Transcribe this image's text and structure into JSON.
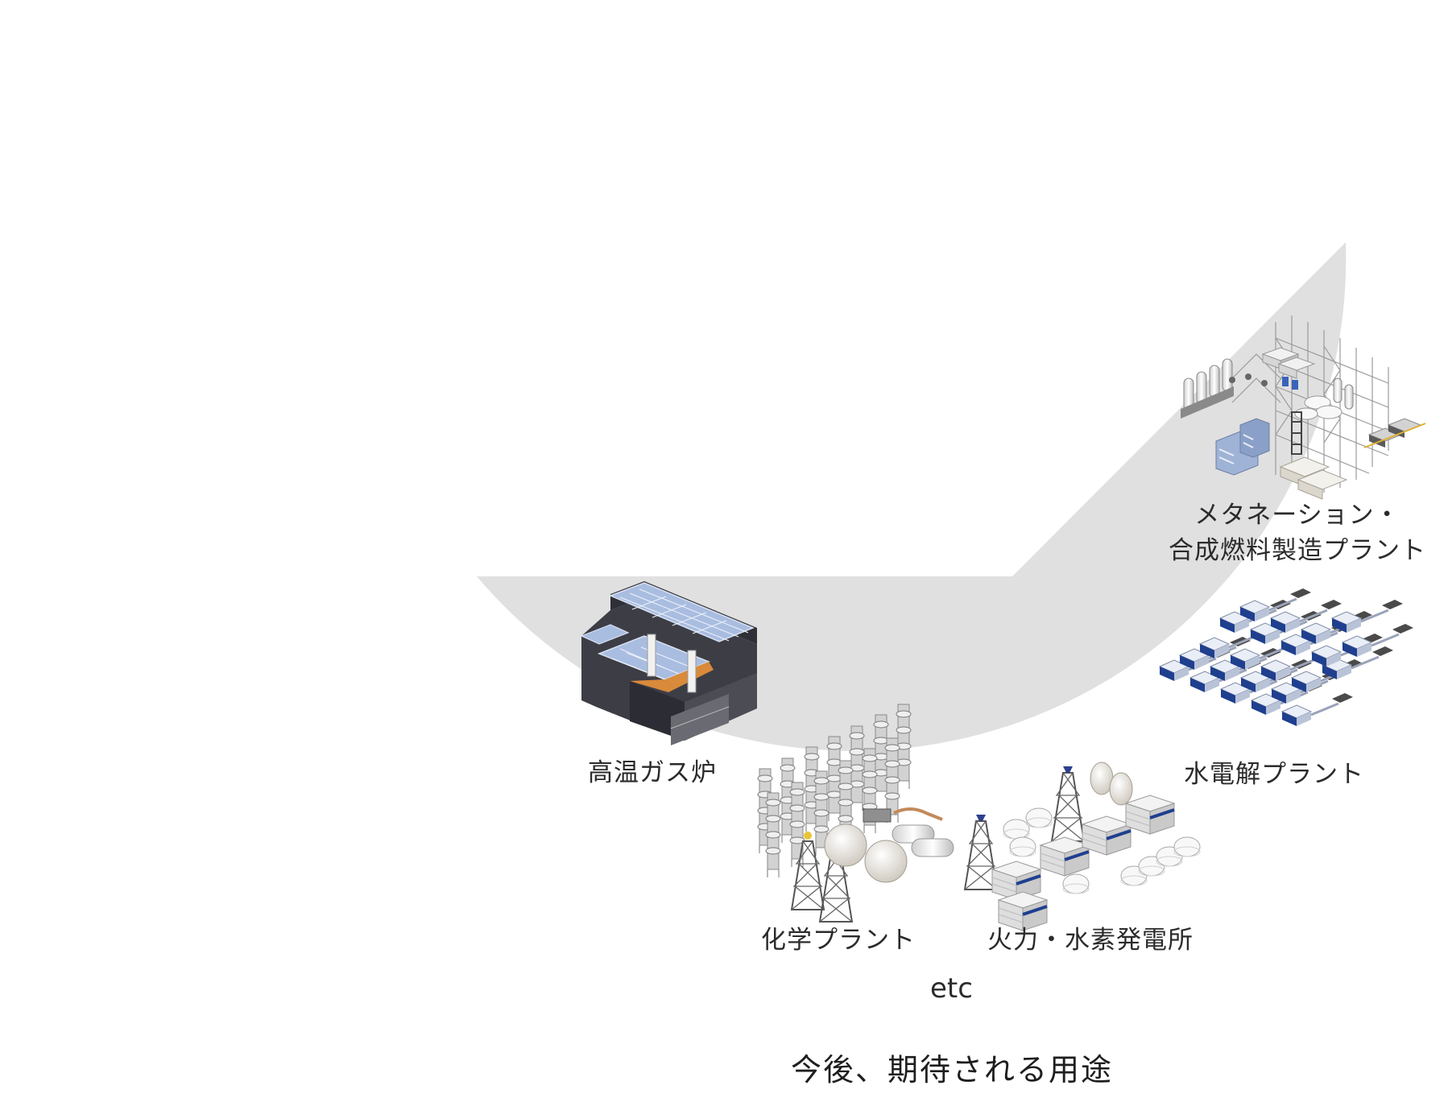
{
  "caption": "今後、期待される用途",
  "etc_label": "etc",
  "applications": [
    {
      "id": "htgr",
      "label": "高温ガス炉",
      "icon": "htgr-building-icon"
    },
    {
      "id": "chemical",
      "label": "化学プラント",
      "icon": "chemical-plant-icon"
    },
    {
      "id": "thermal",
      "label": "火力・水素発電所",
      "icon": "power-plant-icon"
    },
    {
      "id": "electrolysis",
      "label": "水電解プラント",
      "icon": "electrolysis-plant-icon"
    },
    {
      "id": "methanation",
      "label_line1": "メタネーション・",
      "label_line2": "合成燃料製造プラント",
      "icon": "methanation-plant-icon"
    }
  ],
  "colors": {
    "sector_fill": "#e0e0e0",
    "text": "#2b2b2b",
    "panel_blue": "#1f3f8f",
    "roof_blue": "#a9bde0"
  }
}
